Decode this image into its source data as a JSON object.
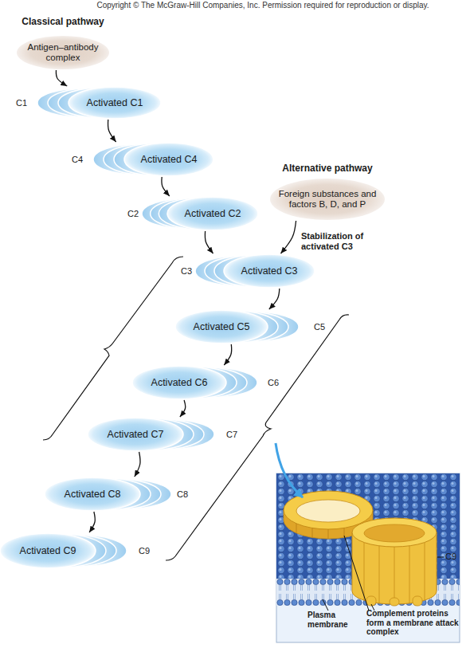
{
  "diagram": {
    "nodes": [
      {
        "text": [
          "Classical pathway",
          "Antigen–antibody complex"
        ]
      },
      {
        "text": [
          "C1",
          "Activated C1"
        ]
      },
      {
        "text": [
          "C4",
          "Activated C4"
        ]
      },
      {
        "text": [
          "C2",
          "Activated C2"
        ]
      },
      {
        "text": [
          "Alternative pathway",
          "Foreign substances and factors B, D, and P"
        ]
      },
      {
        "text": [
          "C3",
          "Activated C3"
        ]
      },
      {
        "text": [
          "Activated C5",
          "C5"
        ]
      },
      {
        "text": [
          "Activated C6",
          "C6"
        ]
      },
      {
        "text": [
          "Activated C7",
          "C7"
        ]
      },
      {
        "text": [
          "Activated C8",
          "C8"
        ]
      },
      {
        "text": [
          "Activated C9",
          "C9"
        ]
      }
    ],
    "edges": [
      {
        "from": 0,
        "to": 1,
        "arrow": "to"
      },
      {
        "from": 1,
        "to": 2,
        "arrow": "to"
      },
      {
        "from": 2,
        "to": 3,
        "arrow": "to"
      },
      {
        "from": 3,
        "to": 5,
        "arrow": "to"
      },
      {
        "from": 4,
        "to": 5,
        "label": "Stabilization of activated C3",
        "arrow": "to"
      },
      {
        "from": 5,
        "to": 6,
        "arrow": "to"
      },
      {
        "from": 6,
        "to": 7,
        "arrow": "to"
      },
      {
        "from": 7,
        "to": 8,
        "arrow": "to"
      },
      {
        "from": 8,
        "to": 9,
        "arrow": "to"
      },
      {
        "from": 9,
        "to": 10,
        "arrow": "to"
      }
    ],
    "labels": [
      "Copyright © The McGraw-Hill Companies, Inc. Permission required for reproduction or display.",
      "C9",
      "Plasma membrane",
      "Complement proteins form a membrane attack complex"
    ]
  }
}
